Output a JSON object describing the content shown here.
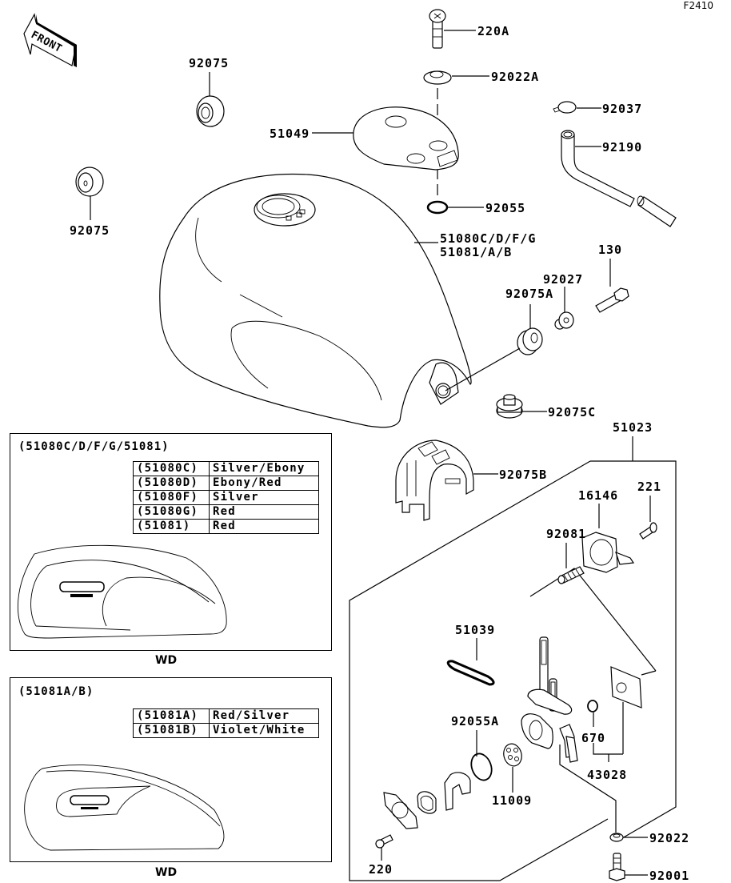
{
  "figure_id": "F2410",
  "front_arrow": {
    "label": "FRONT",
    "icon": "front-direction-arrow"
  },
  "parts": {
    "p220A": "220A",
    "p92022A": "92022A",
    "p92037": "92037",
    "p92190": "92190",
    "p92075_top": "92075",
    "p92075_left": "92075",
    "p51049": "51049",
    "p92055": "92055",
    "p51080": "51080C/D/F/G",
    "p51081": "51081/A/B",
    "p130": "130",
    "p92027": "92027",
    "p92075A": "92075A",
    "p92075C": "92075C",
    "p51023": "51023",
    "p92075B": "92075B",
    "p221": "221",
    "p16146": "16146",
    "p92081": "92081",
    "p51039": "51039",
    "p92055A": "92055A",
    "p670": "670",
    "p43028": "43028",
    "p11009": "11009",
    "p92022": "92022",
    "p220": "220",
    "p92001": "92001"
  },
  "panel1": {
    "title": "(51080C/D/F/G/51081)",
    "rows": [
      {
        "code": "(51080C)",
        "color": "Silver/Ebony"
      },
      {
        "code": "(51080D)",
        "color": "Ebony/Red"
      },
      {
        "code": "(51080F)",
        "color": "Silver"
      },
      {
        "code": "(51080G)",
        "color": "Red"
      },
      {
        "code": "(51081)",
        "color": "Red"
      }
    ],
    "caption": "WD"
  },
  "panel2": {
    "title": "(51081A/B)",
    "rows": [
      {
        "code": "(51081A)",
        "color": "Red/Silver"
      },
      {
        "code": "(51081B)",
        "color": "Violet/White"
      }
    ],
    "caption": "WD"
  }
}
